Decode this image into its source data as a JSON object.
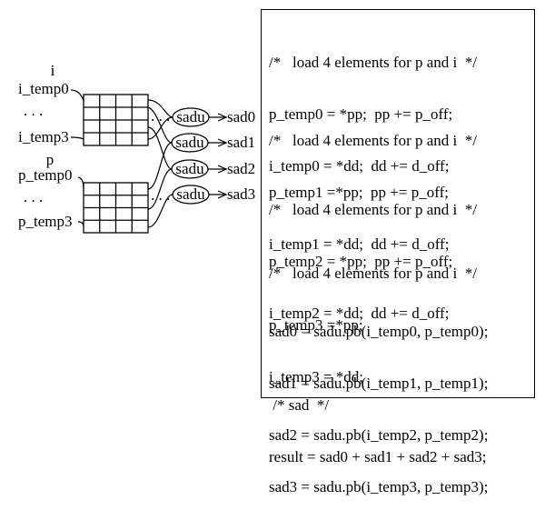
{
  "diagram": {
    "group_i": {
      "name": "i",
      "first": "i_temp0",
      "dots": ". . .",
      "last": "i_temp3"
    },
    "group_p": {
      "name": "p",
      "first": "p_temp0",
      "dots": ". . .",
      "last": "p_temp3"
    },
    "row_dots": ". . .",
    "sadu_label": "sadu",
    "outputs": [
      "sad0",
      "sad1",
      "sad2",
      "sad3"
    ]
  },
  "code": {
    "blocks": [
      [
        "/*   load 4 elements for p and i  */",
        "p_temp0 = *pp;  pp += p_off;",
        "i_temp0 = *dd;  dd += d_off;"
      ],
      [
        "/*   load 4 elements for p and i  */",
        "p_temp1 =*pp;  pp += p_off;",
        "i_temp1 = *dd;  dd += d_off;"
      ],
      [
        "/*   load 4 elements for p and i  */",
        "p_temp2 = *pp;  pp += p_off;",
        "i_temp2 = *dd;  dd += d_off;"
      ],
      [
        "/*   load 4 elements for p and i  */",
        "p_temp3 =*pp;",
        "i_temp3 = *dd;"
      ],
      [
        "sad0 = sadu.pb(i_temp0, p_temp0);",
        "sad1 = sadu.pb(i_temp1, p_temp1);",
        "sad2 = sadu.pb(i_temp2, p_temp2);",
        "sad3 = sadu.pb(i_temp3, p_temp3);"
      ],
      [
        " /* sad  */",
        "result = sad0 + sad1 + sad2 + sad3;"
      ]
    ]
  }
}
